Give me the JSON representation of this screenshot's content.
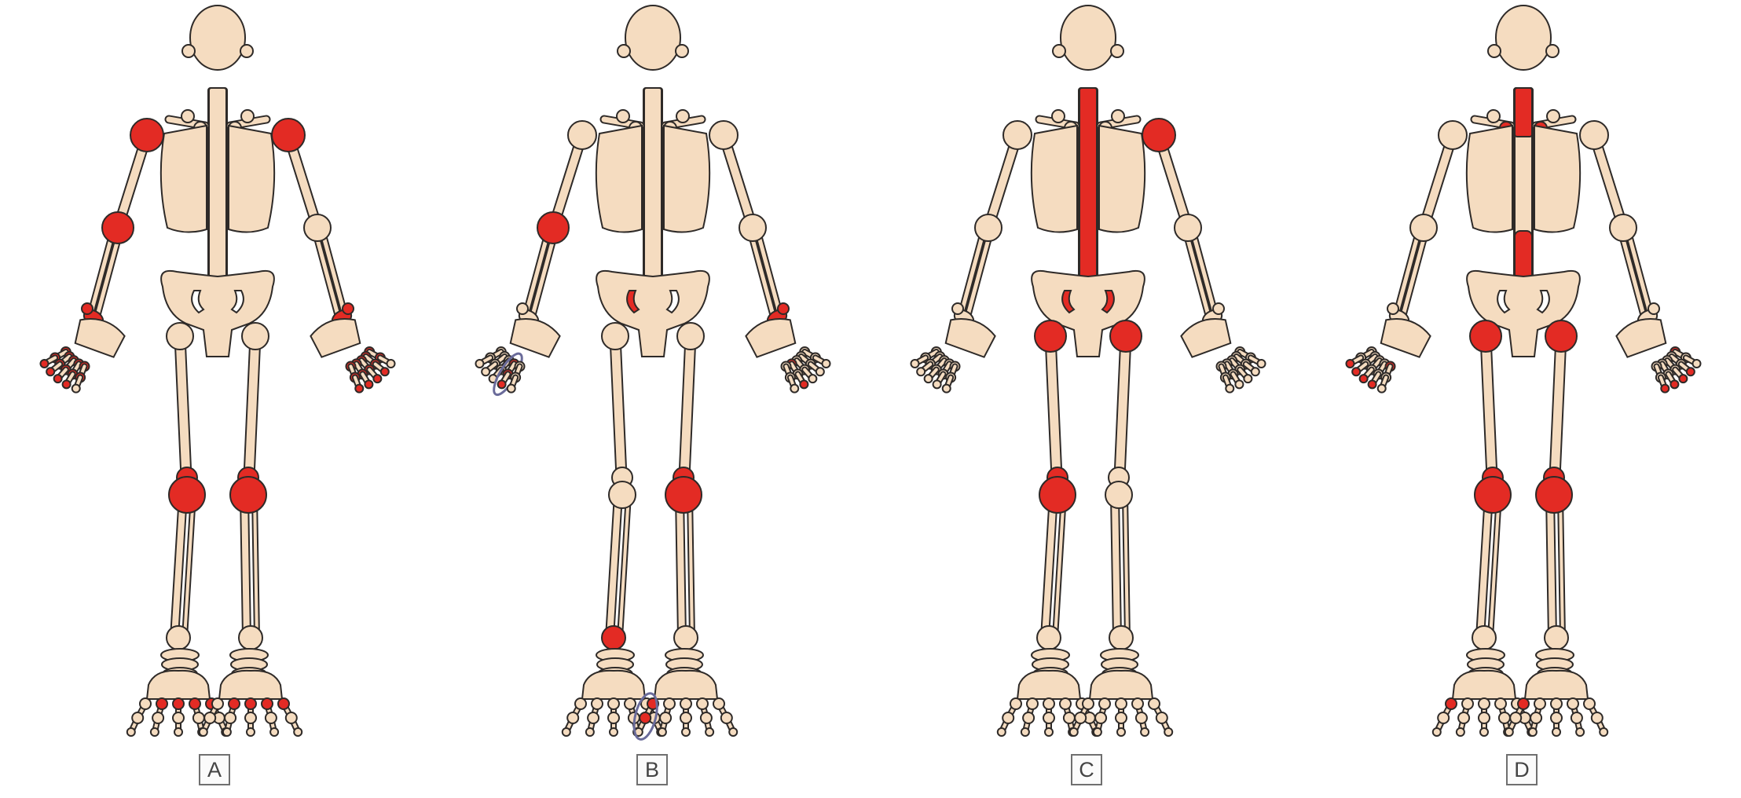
{
  "colors": {
    "bone": "#f5dcc0",
    "outline": "#2e2a28",
    "highlight": "#e32b24",
    "circle_ring": "#6a6b9a"
  },
  "panels": [
    {
      "label": "A",
      "highlight": {
        "shoulders": [
          true,
          true
        ],
        "elbows": [
          true,
          false
        ],
        "wrist_bones": [
          true,
          true
        ],
        "knees": [
          true,
          true
        ],
        "ankles": [
          false,
          false
        ],
        "hips": [
          false,
          false
        ],
        "sacroiliac": false,
        "spine_full": false,
        "spine_upper": false,
        "spine_lower": false,
        "clavicle_joints": false,
        "finger_dots_left": [
          [
            1,
            1,
            1
          ],
          [
            1,
            1,
            1
          ],
          [
            1,
            1,
            1
          ],
          [
            1,
            1,
            1
          ],
          [
            1,
            1,
            0
          ]
        ],
        "finger_dots_right": [
          [
            1,
            1,
            0
          ],
          [
            1,
            1,
            1
          ],
          [
            1,
            1,
            1
          ],
          [
            1,
            1,
            1
          ],
          [
            1,
            1,
            1
          ]
        ],
        "toe_dots_left": [
          [
            1,
            0
          ],
          [
            1,
            0
          ],
          [
            1,
            0
          ],
          [
            1,
            0
          ],
          [
            0,
            0
          ]
        ],
        "toe_dots_right": [
          [
            0,
            0
          ],
          [
            1,
            0
          ],
          [
            1,
            0
          ],
          [
            1,
            0
          ],
          [
            1,
            0
          ]
        ],
        "circled_finger": null,
        "circled_toe": null
      }
    },
    {
      "label": "B",
      "highlight": {
        "shoulders": [
          false,
          false
        ],
        "elbows": [
          true,
          false
        ],
        "wrist_bones": [
          false,
          true
        ],
        "knees": [
          false,
          true
        ],
        "ankles": [
          true,
          false
        ],
        "hips": [
          false,
          false
        ],
        "sacroiliac": "left",
        "spine_full": false,
        "spine_upper": false,
        "spine_lower": false,
        "clavicle_joints": false,
        "finger_dots_left": [
          [
            0,
            0,
            0
          ],
          [
            0,
            0,
            0
          ],
          [
            0,
            0,
            0
          ],
          [
            1,
            1,
            1
          ],
          [
            0,
            0,
            0
          ]
        ],
        "finger_dots_right": [
          [
            0,
            0,
            0
          ],
          [
            0,
            0,
            0
          ],
          [
            0,
            0,
            0
          ],
          [
            1,
            0,
            1
          ],
          [
            0,
            0,
            0
          ]
        ],
        "toe_dots_left": [
          [
            0,
            0
          ],
          [
            0,
            0
          ],
          [
            0,
            0
          ],
          [
            0,
            0
          ],
          [
            0,
            0
          ]
        ],
        "toe_dots_right": [
          [
            1,
            1
          ],
          [
            0,
            0
          ],
          [
            0,
            0
          ],
          [
            0,
            0
          ],
          [
            0,
            0
          ]
        ],
        "circled_finger": "left-4",
        "circled_toe": "right-1"
      }
    },
    {
      "label": "C",
      "highlight": {
        "shoulders": [
          false,
          true
        ],
        "elbows": [
          false,
          false
        ],
        "wrist_bones": [
          false,
          false
        ],
        "knees": [
          true,
          false
        ],
        "ankles": [
          false,
          false
        ],
        "hips": [
          true,
          true
        ],
        "sacroiliac": "both",
        "spine_full": true,
        "spine_upper": false,
        "spine_lower": false,
        "clavicle_joints": false,
        "finger_dots_left": [
          [
            0,
            0,
            0
          ],
          [
            0,
            0,
            0
          ],
          [
            0,
            0,
            0
          ],
          [
            0,
            0,
            0
          ],
          [
            0,
            0,
            0
          ]
        ],
        "finger_dots_right": [
          [
            0,
            0,
            0
          ],
          [
            0,
            0,
            0
          ],
          [
            0,
            0,
            0
          ],
          [
            0,
            0,
            0
          ],
          [
            0,
            0,
            0
          ]
        ],
        "toe_dots_left": [
          [
            0,
            0
          ],
          [
            0,
            0
          ],
          [
            0,
            0
          ],
          [
            0,
            0
          ],
          [
            0,
            0
          ]
        ],
        "toe_dots_right": [
          [
            0,
            0
          ],
          [
            0,
            0
          ],
          [
            0,
            0
          ],
          [
            0,
            0
          ],
          [
            0,
            0
          ]
        ],
        "circled_finger": null,
        "circled_toe": null
      }
    },
    {
      "label": "D",
      "highlight": {
        "shoulders": [
          false,
          false
        ],
        "elbows": [
          false,
          false
        ],
        "wrist_bones": [
          false,
          false
        ],
        "knees": [
          true,
          true
        ],
        "ankles": [
          false,
          false
        ],
        "hips": [
          true,
          true
        ],
        "sacroiliac": false,
        "spine_full": false,
        "spine_upper": true,
        "spine_lower": true,
        "clavicle_joints": true,
        "finger_dots_left": [
          [
            0,
            0,
            1
          ],
          [
            0,
            0,
            1
          ],
          [
            0,
            0,
            1
          ],
          [
            0,
            0,
            1
          ],
          [
            1,
            0,
            0
          ]
        ],
        "finger_dots_right": [
          [
            1,
            0,
            0
          ],
          [
            0,
            0,
            1
          ],
          [
            0,
            0,
            1
          ],
          [
            0,
            0,
            1
          ],
          [
            0,
            0,
            1
          ]
        ],
        "toe_dots_left": [
          [
            0,
            0
          ],
          [
            0,
            0
          ],
          [
            0,
            0
          ],
          [
            0,
            0
          ],
          [
            1,
            0
          ]
        ],
        "toe_dots_right": [
          [
            1,
            0
          ],
          [
            0,
            0
          ],
          [
            0,
            0
          ],
          [
            0,
            0
          ],
          [
            0,
            0
          ]
        ],
        "circled_finger": null,
        "circled_toe": null
      }
    }
  ]
}
